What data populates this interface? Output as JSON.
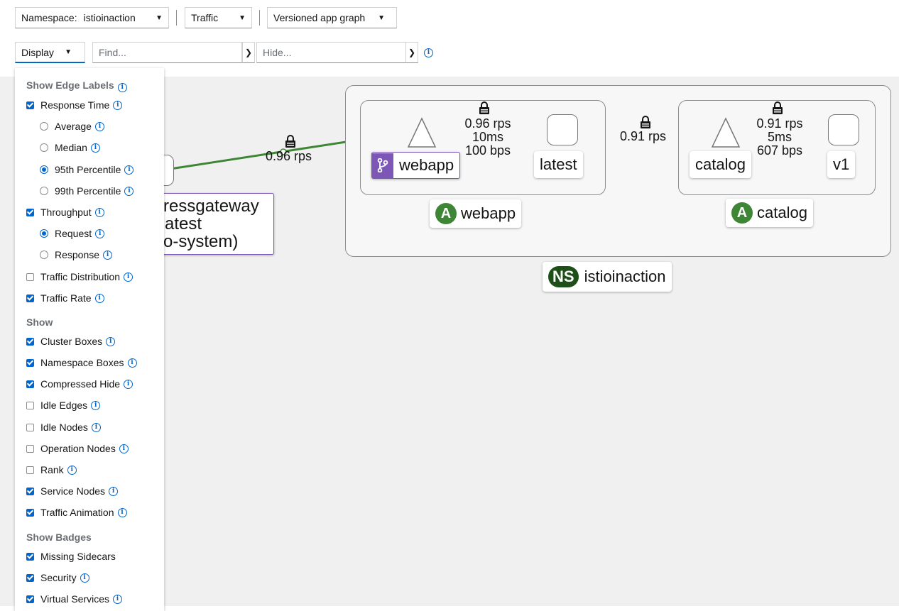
{
  "toolbar": {
    "namespace_label": "Namespace:",
    "namespace_value": "istioinaction",
    "traffic_label": "Traffic",
    "graph_type_label": "Versioned app graph",
    "display_label": "Display",
    "find_placeholder": "Find...",
    "hide_placeholder": "Hide..."
  },
  "display_menu": {
    "edge_labels_header": "Show Edge Labels",
    "response_time": "Response Time",
    "average": "Average",
    "median": "Median",
    "p95": "95th Percentile",
    "p99": "99th Percentile",
    "throughput": "Throughput",
    "request": "Request",
    "response": "Response",
    "traffic_distribution": "Traffic Distribution",
    "traffic_rate": "Traffic Rate",
    "show_header": "Show",
    "cluster_boxes": "Cluster Boxes",
    "namespace_boxes": "Namespace Boxes",
    "compressed_hide": "Compressed Hide",
    "idle_edges": "Idle Edges",
    "idle_nodes": "Idle Nodes",
    "operation_nodes": "Operation Nodes",
    "rank": "Rank",
    "service_nodes": "Service Nodes",
    "traffic_animation": "Traffic Animation",
    "badges_header": "Show Badges",
    "missing_sidecars": "Missing Sidecars",
    "security": "Security",
    "virtual_services": "Virtual Services"
  },
  "graph": {
    "gateway_label_line1": "ressgateway",
    "gateway_label_line2": "atest",
    "gateway_label_line3": "o-system)",
    "gateway_edge_rate": "0.96 rps",
    "webapp_edge_rate": "0.96 rps",
    "webapp_edge_time": "10ms",
    "webapp_edge_bps": "100 bps",
    "between_edge_rate": "0.91 rps",
    "catalog_edge_rate": "0.91 rps",
    "catalog_edge_time": "5ms",
    "catalog_edge_bps": "607 bps",
    "webapp_service_label": "webapp",
    "webapp_version_label": "latest",
    "webapp_app_badge": "A",
    "webapp_app_label": "webapp",
    "catalog_service_label": "catalog",
    "catalog_version_label": "v1",
    "catalog_app_badge": "A",
    "catalog_app_label": "catalog",
    "namespace_badge": "NS",
    "namespace_label": "istioinaction",
    "gateway_partial_char": "t"
  }
}
